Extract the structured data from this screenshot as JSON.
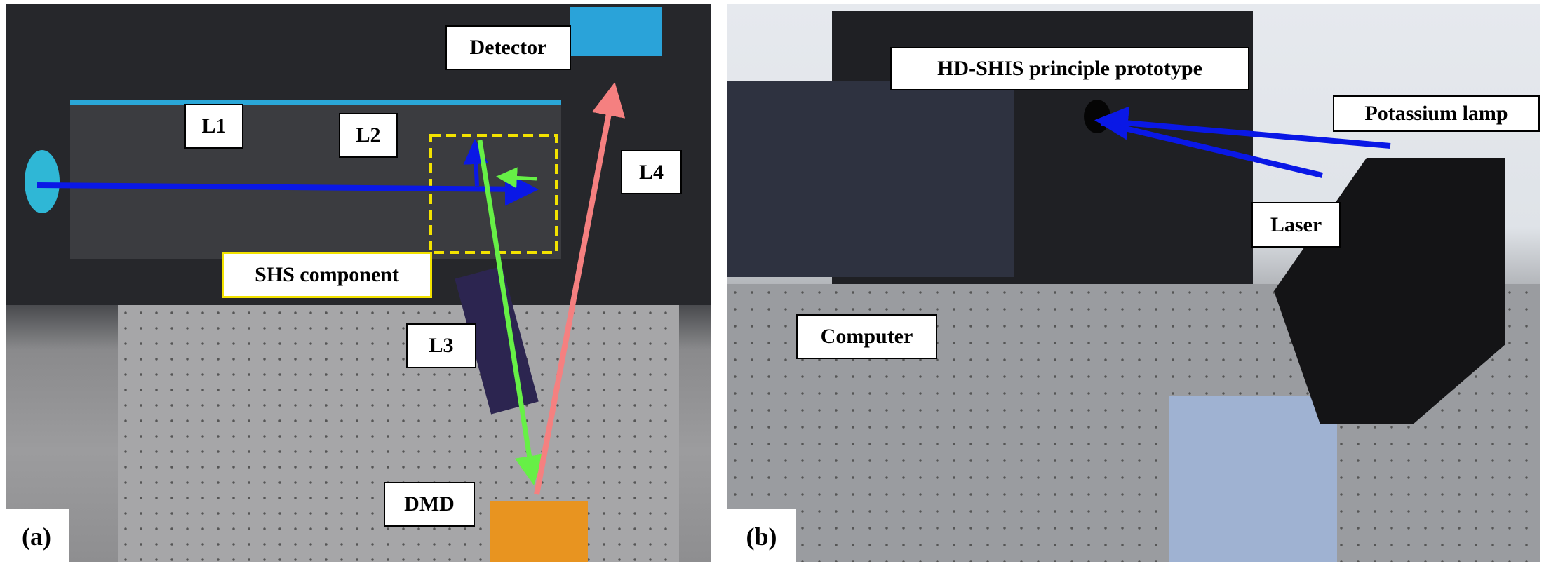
{
  "panel_a": {
    "tag": "(a)",
    "labels": {
      "detector": "Detector",
      "l1": "L1",
      "l2": "L2",
      "l3": "L3",
      "l4": "L4",
      "shs": "SHS component",
      "dmd": "DMD"
    },
    "colors": {
      "input_beam": "#0a18e6",
      "green_beam": "#66f046",
      "red_beam": "#f58080",
      "shs_box": "#f2e200"
    }
  },
  "panel_b": {
    "tag": "(b)",
    "labels": {
      "prototype": "HD-SHIS principle prototype",
      "lamp": "Potassium lamp",
      "laser": "Laser",
      "computer": "Computer"
    },
    "colors": {
      "beam": "#0a18e6"
    }
  }
}
